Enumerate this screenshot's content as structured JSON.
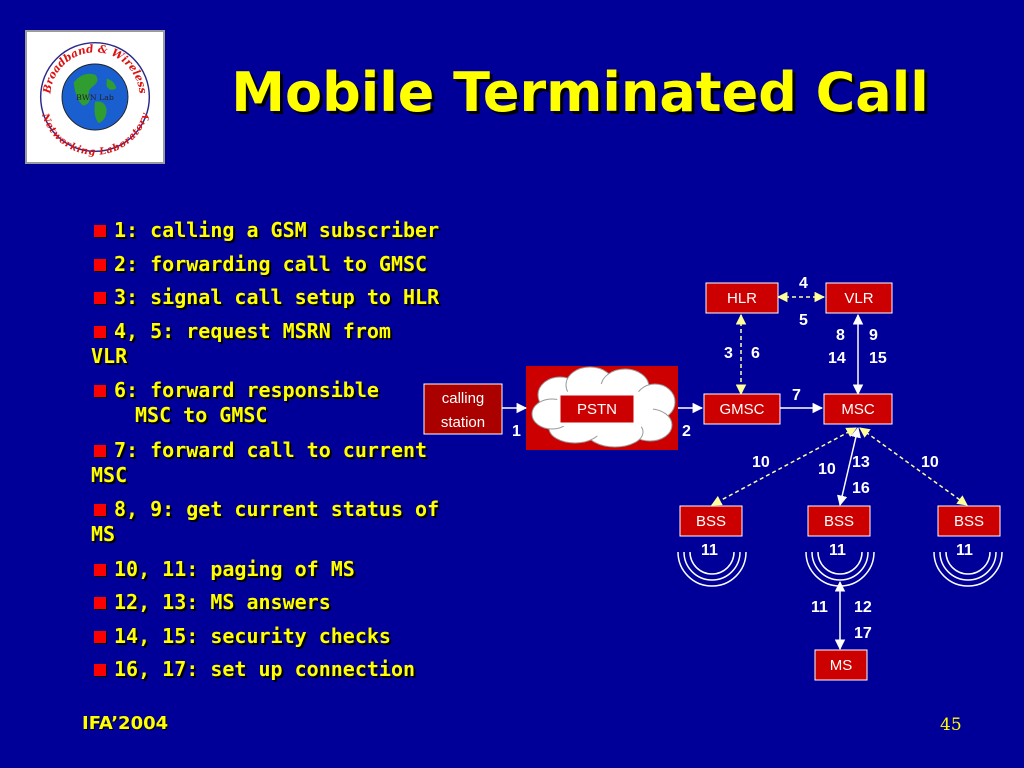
{
  "slide": {
    "title": "Mobile Terminated Call",
    "footer_left": "IFA’2004",
    "page_number": "45"
  },
  "logo": {
    "ring_text": "Broadband & Wireless Networking Laboratory",
    "center_text": "BWN Lab"
  },
  "bullets": [
    "1: calling a GSM subscriber",
    "2: forwarding call to GMSC",
    "3: signal call setup to HLR",
    "4, 5: request MSRN from",
    "VLR",
    "6: forward responsible",
    "MSC to GMSC",
    "7: forward call to current",
    "MSC",
    "8, 9: get current status of",
    "MS",
    "10, 11: paging of MS",
    "12, 13: MS answers",
    "14, 15: security checks",
    "16, 17: set up connection"
  ],
  "diagram": {
    "nodes": {
      "calling_station": [
        "calling",
        "station"
      ],
      "pstn": "PSTN",
      "gmsc": "GMSC",
      "msc": "MSC",
      "hlr": "HLR",
      "vlr": "VLR",
      "bss_left": "BSS",
      "bss_center": "BSS",
      "bss_right": "BSS",
      "ms": "MS"
    },
    "step_labels": {
      "caller_to_pstn": "1",
      "pstn_to_gmsc": "2",
      "gmsc_hlr": [
        "3",
        "6"
      ],
      "hlr_vlr": [
        "4",
        "5"
      ],
      "gmsc_to_msc": "7",
      "msc_vlr": [
        "8",
        "9",
        "14",
        "15"
      ],
      "msc_bss_left": "10",
      "msc_bss_center": [
        "10",
        "13",
        "16"
      ],
      "msc_bss_right": "10",
      "bss_left_paging": "11",
      "bss_center_paging": "11",
      "bss_right_paging": "11",
      "bss_ms": [
        "11",
        "12",
        "17"
      ]
    },
    "colors": {
      "box_fill": "#cc0000",
      "box_stroke": "#ffffff",
      "arrow": "#ffffff",
      "dashed_arrow": "#ffff99",
      "caller_fill": "#aa0000"
    }
  }
}
